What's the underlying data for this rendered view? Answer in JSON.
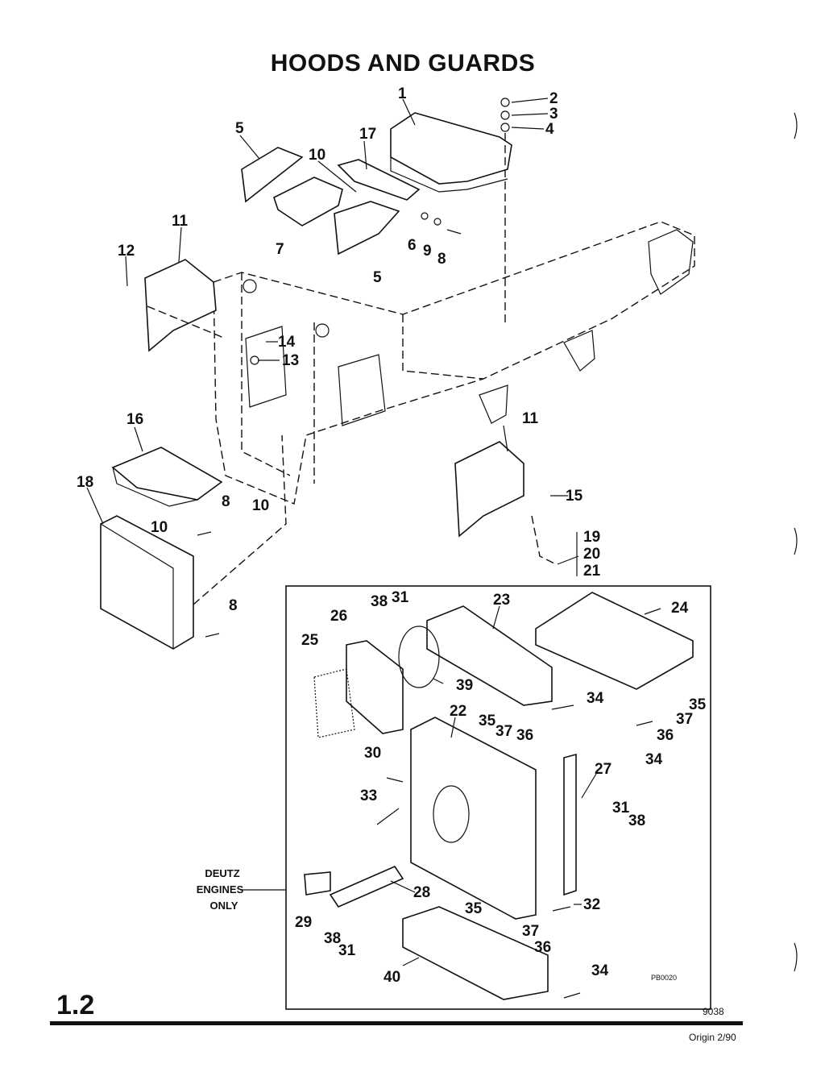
{
  "title": "HOODS AND GUARDS",
  "page_number": "1.2",
  "doc_code": "9038",
  "origin": "Origin 2/90",
  "figure_ref": "PB0020",
  "inset_note": [
    "DEUTZ",
    "ENGINES",
    "ONLY"
  ],
  "callouts": {
    "c1": "1",
    "c2": "2",
    "c3": "3",
    "c4": "4",
    "c5a": "5",
    "c5b": "5",
    "c6": "6",
    "c7": "7",
    "c8a": "8",
    "c8b": "8",
    "c8c": "8",
    "c9": "9",
    "c10a": "10",
    "c10b": "10",
    "c10c": "10",
    "c11a": "11",
    "c11b": "11",
    "c12": "12",
    "c13": "13",
    "c14": "14",
    "c15": "15",
    "c16": "16",
    "c17": "17",
    "c18": "18",
    "c19": "19",
    "c20": "20",
    "c21": "21",
    "c22": "22",
    "c23": "23",
    "c24": "24",
    "c25": "25",
    "c26": "26",
    "c27": "27",
    "c28": "28",
    "c29": "29",
    "c30": "30",
    "c31a": "31",
    "c31b": "31",
    "c31c": "31",
    "c32": "32",
    "c33": "33",
    "c34a": "34",
    "c34b": "34",
    "c34c": "34",
    "c35a": "35",
    "c35b": "35",
    "c35c": "35",
    "c36a": "36",
    "c36b": "36",
    "c36c": "36",
    "c37a": "37",
    "c37b": "37",
    "c37c": "37",
    "c38a": "38",
    "c38b": "38",
    "c38c": "38",
    "c39": "39",
    "c40": "40"
  }
}
